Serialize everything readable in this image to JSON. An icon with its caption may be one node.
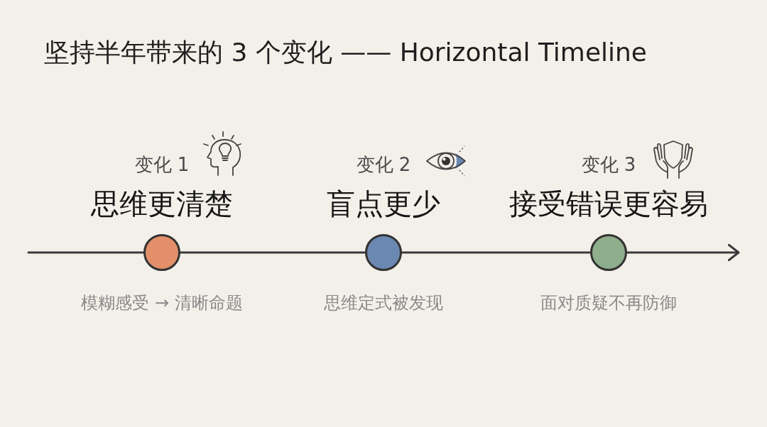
{
  "diagram": {
    "title": "坚持半年带来的 3 个变化 —— Horizontal Timeline",
    "nodes": [
      {
        "text": [],
        "shape": "circle",
        "beside": [
          "变化 1",
          "思维更清楚",
          "模糊感受 → 清晰命题"
        ]
      },
      {
        "text": [],
        "shape": "circle",
        "beside": [
          "变化 2",
          "盲点更少",
          "思维定式被发现"
        ]
      },
      {
        "text": [],
        "shape": "circle",
        "beside": [
          "变化 3",
          "接受错误更容易",
          "面对质疑不再防御"
        ]
      }
    ],
    "edges": [
      {
        "from": null,
        "to": 0,
        "arrow": "none"
      },
      {
        "from": 0,
        "to": 1,
        "arrow": "none"
      },
      {
        "from": 1,
        "to": 2,
        "arrow": "none"
      },
      {
        "from": 2,
        "to": null,
        "arrow": "to"
      }
    ]
  }
}
